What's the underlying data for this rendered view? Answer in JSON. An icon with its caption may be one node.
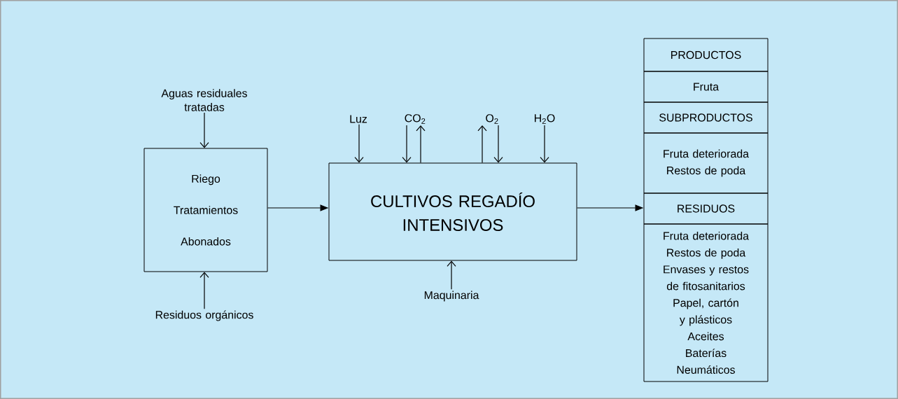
{
  "diagram": {
    "nodes": [
      {
        "text": [
          "Aguas residuales tratadas"
        ]
      },
      {
        "text": [
          "Riego",
          "Tratamientos",
          "Abonados"
        ]
      },
      {
        "text": [
          "Residuos orgánicos"
        ]
      },
      {
        "text": [
          "Luz"
        ]
      },
      {
        "text": [
          "CO$_{2}$"
        ]
      },
      {
        "text": [
          "O$_{2}$"
        ]
      },
      {
        "text": [
          "H$_{2}$O"
        ]
      },
      {
        "text": [
          "CULTIVOS REGADÍO INTENSIVOS"
        ]
      },
      {
        "text": [
          "Maquinaria"
        ]
      },
      {
        "text": [
          "PRODUCTOS"
        ]
      },
      {
        "text": [
          "Fruta"
        ]
      },
      {
        "text": [
          "SUBPRODUCTOS"
        ]
      },
      {
        "text": [
          "Fruta deteriorada",
          "Restos de poda"
        ]
      },
      {
        "text": [
          "RESIDUOS"
        ]
      },
      {
        "text": [
          "Fruta deteriorada",
          "Restos de poda",
          "Envases y restos de fitosanitarios",
          "Papel, cartón y plásticos",
          "Aceites",
          "Baterías",
          "Neumáticos"
        ]
      }
    ],
    "edges": [
      {
        "from": 0,
        "to": 1,
        "arrow": "to"
      },
      {
        "from": 2,
        "to": 1,
        "arrow": "to"
      },
      {
        "from": 1,
        "to": 7,
        "arrow": "to"
      },
      {
        "from": 3,
        "to": 7,
        "arrow": "to"
      },
      {
        "from": 4,
        "to": 7,
        "arrow": "to"
      },
      {
        "from": 7,
        "to": 4,
        "arrow": "to"
      },
      {
        "from": 7,
        "to": 5,
        "arrow": "to"
      },
      {
        "from": 5,
        "to": 7,
        "arrow": "to"
      },
      {
        "from": 6,
        "to": 7,
        "arrow": "to"
      },
      {
        "from": 8,
        "to": 7,
        "arrow": "to"
      },
      {
        "from": 7,
        "to": 13,
        "arrow": "to"
      }
    ]
  }
}
